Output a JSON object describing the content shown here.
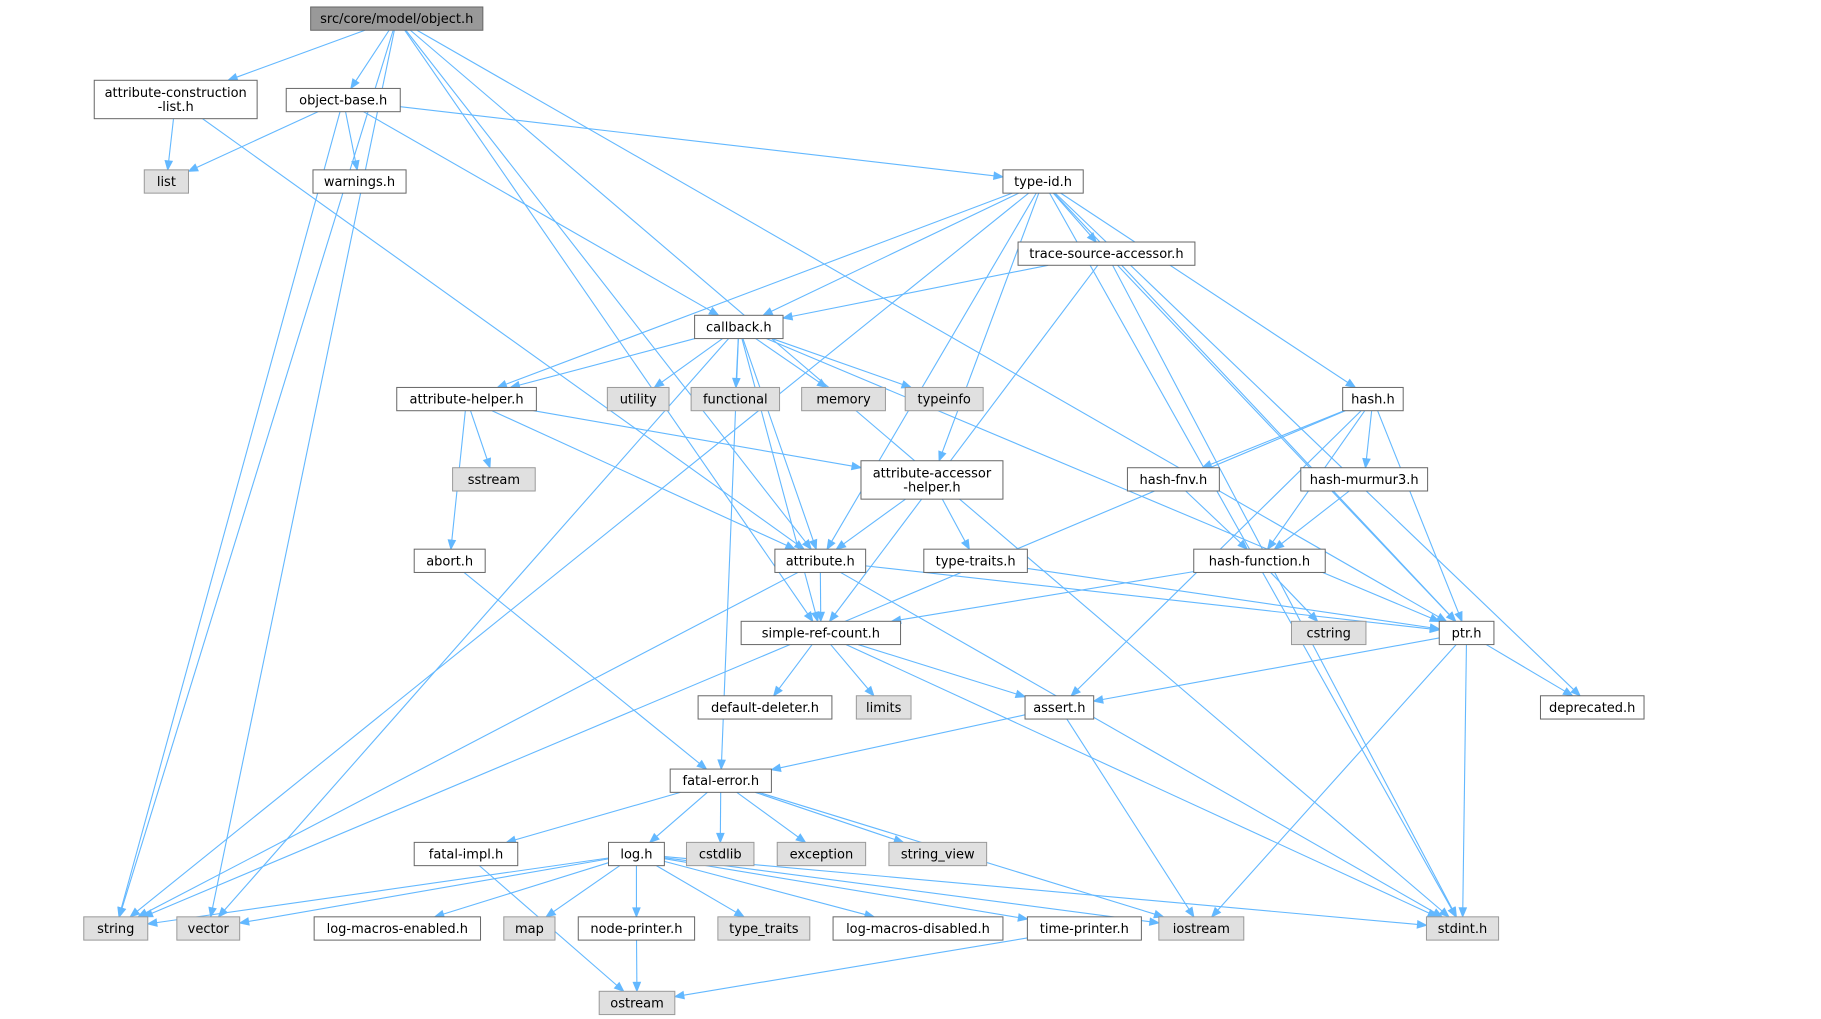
{
  "colors": {
    "edge": "#63b8ff",
    "local_fill": "#ffffff",
    "local_border": "#666666",
    "system_fill": "#e0e0e0",
    "system_border": "#999999",
    "root_fill": "#999999"
  },
  "nodes": [
    {
      "id": "object_h",
      "label": "src/core/model/object.h",
      "kind": "root"
    },
    {
      "id": "attr_construction",
      "label": "attribute-construction\n-list.h",
      "kind": "local"
    },
    {
      "id": "object_base",
      "label": "object-base.h",
      "kind": "local"
    },
    {
      "id": "list",
      "label": "list",
      "kind": "system"
    },
    {
      "id": "warnings",
      "label": "warnings.h",
      "kind": "local"
    },
    {
      "id": "type_id",
      "label": "type-id.h",
      "kind": "local"
    },
    {
      "id": "trace_source",
      "label": "trace-source-accessor.h",
      "kind": "local"
    },
    {
      "id": "callback",
      "label": "callback.h",
      "kind": "local"
    },
    {
      "id": "utility",
      "label": "utility",
      "kind": "system"
    },
    {
      "id": "functional",
      "label": "functional",
      "kind": "system"
    },
    {
      "id": "memory",
      "label": "memory",
      "kind": "system"
    },
    {
      "id": "typeinfo",
      "label": "typeinfo",
      "kind": "system"
    },
    {
      "id": "attr_helper",
      "label": "attribute-helper.h",
      "kind": "local"
    },
    {
      "id": "sstream",
      "label": "sstream",
      "kind": "system"
    },
    {
      "id": "attr_accessor",
      "label": "attribute-accessor\n-helper.h",
      "kind": "local"
    },
    {
      "id": "hash",
      "label": "hash.h",
      "kind": "local"
    },
    {
      "id": "hash_fnv",
      "label": "hash-fnv.h",
      "kind": "local"
    },
    {
      "id": "hash_murmur",
      "label": "hash-murmur3.h",
      "kind": "local"
    },
    {
      "id": "abort",
      "label": "abort.h",
      "kind": "local"
    },
    {
      "id": "attribute",
      "label": "attribute.h",
      "kind": "local"
    },
    {
      "id": "type_traits_h",
      "label": "type-traits.h",
      "kind": "local"
    },
    {
      "id": "hash_function",
      "label": "hash-function.h",
      "kind": "local"
    },
    {
      "id": "cstring",
      "label": "cstring",
      "kind": "system"
    },
    {
      "id": "simple_ref",
      "label": "simple-ref-count.h",
      "kind": "local"
    },
    {
      "id": "ptr",
      "label": "ptr.h",
      "kind": "local"
    },
    {
      "id": "default_deleter",
      "label": "default-deleter.h",
      "kind": "local"
    },
    {
      "id": "limits",
      "label": "limits",
      "kind": "system"
    },
    {
      "id": "assert",
      "label": "assert.h",
      "kind": "local"
    },
    {
      "id": "deprecated",
      "label": "deprecated.h",
      "kind": "local"
    },
    {
      "id": "fatal_error",
      "label": "fatal-error.h",
      "kind": "local"
    },
    {
      "id": "fatal_impl",
      "label": "fatal-impl.h",
      "kind": "local"
    },
    {
      "id": "log",
      "label": "log.h",
      "kind": "local"
    },
    {
      "id": "cstdlib",
      "label": "cstdlib",
      "kind": "system"
    },
    {
      "id": "exception",
      "label": "exception",
      "kind": "system"
    },
    {
      "id": "string_view",
      "label": "string_view",
      "kind": "system"
    },
    {
      "id": "string",
      "label": "string",
      "kind": "system"
    },
    {
      "id": "vector",
      "label": "vector",
      "kind": "system"
    },
    {
      "id": "log_macros_enabled",
      "label": "log-macros-enabled.h",
      "kind": "local"
    },
    {
      "id": "map",
      "label": "map",
      "kind": "system"
    },
    {
      "id": "node_printer",
      "label": "node-printer.h",
      "kind": "local"
    },
    {
      "id": "type_traits",
      "label": "type_traits",
      "kind": "system"
    },
    {
      "id": "log_macros_disabled",
      "label": "log-macros-disabled.h",
      "kind": "local"
    },
    {
      "id": "time_printer",
      "label": "time-printer.h",
      "kind": "local"
    },
    {
      "id": "iostream",
      "label": "iostream",
      "kind": "system"
    },
    {
      "id": "stdint",
      "label": "stdint.h",
      "kind": "system"
    },
    {
      "id": "ostream",
      "label": "ostream",
      "kind": "system"
    }
  ],
  "edges": [
    [
      "object_h",
      "attr_construction"
    ],
    [
      "object_h",
      "object_base"
    ],
    [
      "object_h",
      "string"
    ],
    [
      "object_h",
      "vector"
    ],
    [
      "object_h",
      "simple_ref"
    ],
    [
      "object_h",
      "attribute"
    ],
    [
      "object_h",
      "ptr"
    ],
    [
      "object_h",
      "stdint"
    ],
    [
      "attr_construction",
      "list"
    ],
    [
      "attr_construction",
      "attribute"
    ],
    [
      "object_base",
      "list"
    ],
    [
      "object_base",
      "warnings"
    ],
    [
      "object_base",
      "type_id"
    ],
    [
      "object_base",
      "string"
    ],
    [
      "object_base",
      "callback"
    ],
    [
      "type_id",
      "trace_source"
    ],
    [
      "type_id",
      "callback"
    ],
    [
      "type_id",
      "attr_helper"
    ],
    [
      "type_id",
      "attr_accessor"
    ],
    [
      "type_id",
      "hash"
    ],
    [
      "type_id",
      "attribute"
    ],
    [
      "type_id",
      "string"
    ],
    [
      "type_id",
      "stdint"
    ],
    [
      "type_id",
      "deprecated"
    ],
    [
      "type_id",
      "ptr"
    ],
    [
      "trace_source",
      "callback"
    ],
    [
      "trace_source",
      "ptr"
    ],
    [
      "trace_source",
      "simple_ref"
    ],
    [
      "trace_source",
      "stdint"
    ],
    [
      "callback",
      "utility"
    ],
    [
      "callback",
      "functional"
    ],
    [
      "callback",
      "memory"
    ],
    [
      "callback",
      "typeinfo"
    ],
    [
      "callback",
      "attr_helper"
    ],
    [
      "callback",
      "attribute"
    ],
    [
      "callback",
      "simple_ref"
    ],
    [
      "callback",
      "ptr"
    ],
    [
      "callback",
      "fatal_error"
    ],
    [
      "callback",
      "vector"
    ],
    [
      "attr_helper",
      "sstream"
    ],
    [
      "attr_helper",
      "abort"
    ],
    [
      "attr_helper",
      "attribute"
    ],
    [
      "attr_helper",
      "attr_accessor"
    ],
    [
      "attr_accessor",
      "attribute"
    ],
    [
      "attr_accessor",
      "type_traits_h"
    ],
    [
      "hash",
      "hash_fnv"
    ],
    [
      "hash",
      "hash_murmur"
    ],
    [
      "hash",
      "hash_function"
    ],
    [
      "hash",
      "ptr"
    ],
    [
      "hash",
      "assert"
    ],
    [
      "hash",
      "string"
    ],
    [
      "hash_fnv",
      "hash_function"
    ],
    [
      "hash_murmur",
      "hash_function"
    ],
    [
      "hash_function",
      "cstring"
    ],
    [
      "hash_function",
      "simple_ref"
    ],
    [
      "abort",
      "fatal_error"
    ],
    [
      "attribute",
      "simple_ref"
    ],
    [
      "attribute",
      "ptr"
    ],
    [
      "attribute",
      "string"
    ],
    [
      "attribute",
      "stdint"
    ],
    [
      "type_traits_h",
      "ptr"
    ],
    [
      "simple_ref",
      "default_deleter"
    ],
    [
      "simple_ref",
      "limits"
    ],
    [
      "simple_ref",
      "assert"
    ],
    [
      "simple_ref",
      "stdint"
    ],
    [
      "ptr",
      "assert"
    ],
    [
      "ptr",
      "deprecated"
    ],
    [
      "ptr",
      "iostream"
    ],
    [
      "ptr",
      "stdint"
    ],
    [
      "assert",
      "fatal_error"
    ],
    [
      "assert",
      "iostream"
    ],
    [
      "fatal_error",
      "fatal_impl"
    ],
    [
      "fatal_error",
      "log"
    ],
    [
      "fatal_error",
      "cstdlib"
    ],
    [
      "fatal_error",
      "exception"
    ],
    [
      "fatal_error",
      "string_view"
    ],
    [
      "fatal_error",
      "iostream"
    ],
    [
      "fatal_impl",
      "ostream"
    ],
    [
      "log",
      "string"
    ],
    [
      "log",
      "vector"
    ],
    [
      "log",
      "log_macros_enabled"
    ],
    [
      "log",
      "map"
    ],
    [
      "log",
      "node_printer"
    ],
    [
      "log",
      "type_traits"
    ],
    [
      "log",
      "log_macros_disabled"
    ],
    [
      "log",
      "time_printer"
    ],
    [
      "log",
      "iostream"
    ],
    [
      "log",
      "stdint"
    ],
    [
      "node_printer",
      "ostream"
    ],
    [
      "time_printer",
      "ostream"
    ]
  ]
}
